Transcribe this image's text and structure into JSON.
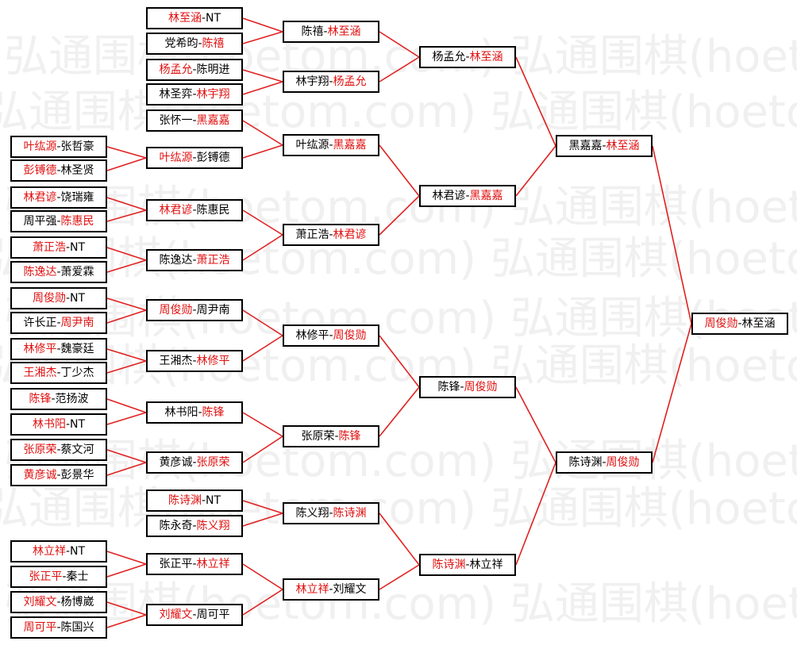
{
  "watermark": "弘通围棋(hoetom.com)",
  "colors": {
    "winner_text": "#e01010",
    "line": "#e02020",
    "box_border": "#000000"
  },
  "columns": {
    "c0": [
      "叶纮源-张哲豪",
      "彭镈德-林圣贤",
      "林君谚-饶瑞雍",
      "周平强-陈惠民",
      "萧正浩-NT",
      "陈逸达-萧爱霖",
      "周俊勋-NT",
      "许长正-周尹南",
      "林修平-魏豪廷",
      "王湘杰-丁少杰",
      "陈锋-范扬波",
      "林书阳-NT",
      "张原荣-蔡文河",
      "黄彦诚-彭景华",
      "林立祥-NT",
      "张正平-秦士",
      "刘耀文-杨博崴",
      "周可平-陈国兴"
    ],
    "c1": [
      "林至涵-NT",
      "党希昀-陈禧",
      "杨孟允-陈明进",
      "林圣弈-林宇翔",
      "张怀一-黑嘉嘉",
      "叶纮源-彭镈德",
      "林君谚-陈惠民",
      "陈逸达-萧正浩",
      "周俊勋-周尹南",
      "王湘杰-林修平",
      "林书阳-陈锋",
      "黄彦诚-张原荣",
      "陈诗渊-NT",
      "陈永奇-陈义翔",
      "张正平-林立祥",
      "刘耀文-周可平"
    ],
    "c2": [
      "陈禧-林至涵",
      "林宇翔-杨孟允",
      "叶纮源-黑嘉嘉",
      "萧正浩-林君谚",
      "林修平-周俊勋",
      "张原荣-陈锋",
      "陈义翔-陈诗渊",
      "林立祥-刘耀文"
    ],
    "c3": [
      "杨孟允-林至涵",
      "林君谚-黑嘉嘉",
      "陈锋-周俊勋",
      "陈诗渊-林立祥"
    ],
    "c4": [
      "黑嘉嘉-林至涵",
      "陈诗渊-周俊勋"
    ],
    "c5": [
      "周俊勋-林至涵"
    ]
  },
  "winner_side": {
    "c0": [
      "L",
      "L",
      "L",
      "R",
      "L",
      "L",
      "L",
      "R",
      "L",
      "L",
      "L",
      "L",
      "L",
      "L",
      "L",
      "L",
      "L",
      "L"
    ],
    "c1": [
      "L",
      "R",
      "L",
      "R",
      "R",
      "L",
      "L",
      "R",
      "L",
      "R",
      "R",
      "R",
      "L",
      "R",
      "R",
      "L"
    ],
    "c2": [
      "R",
      "R",
      "R",
      "R",
      "R",
      "R",
      "R",
      "L"
    ],
    "c3": [
      "R",
      "R",
      "R",
      "L"
    ],
    "c4": [
      "R",
      "R"
    ],
    "c5": [
      "L"
    ]
  }
}
